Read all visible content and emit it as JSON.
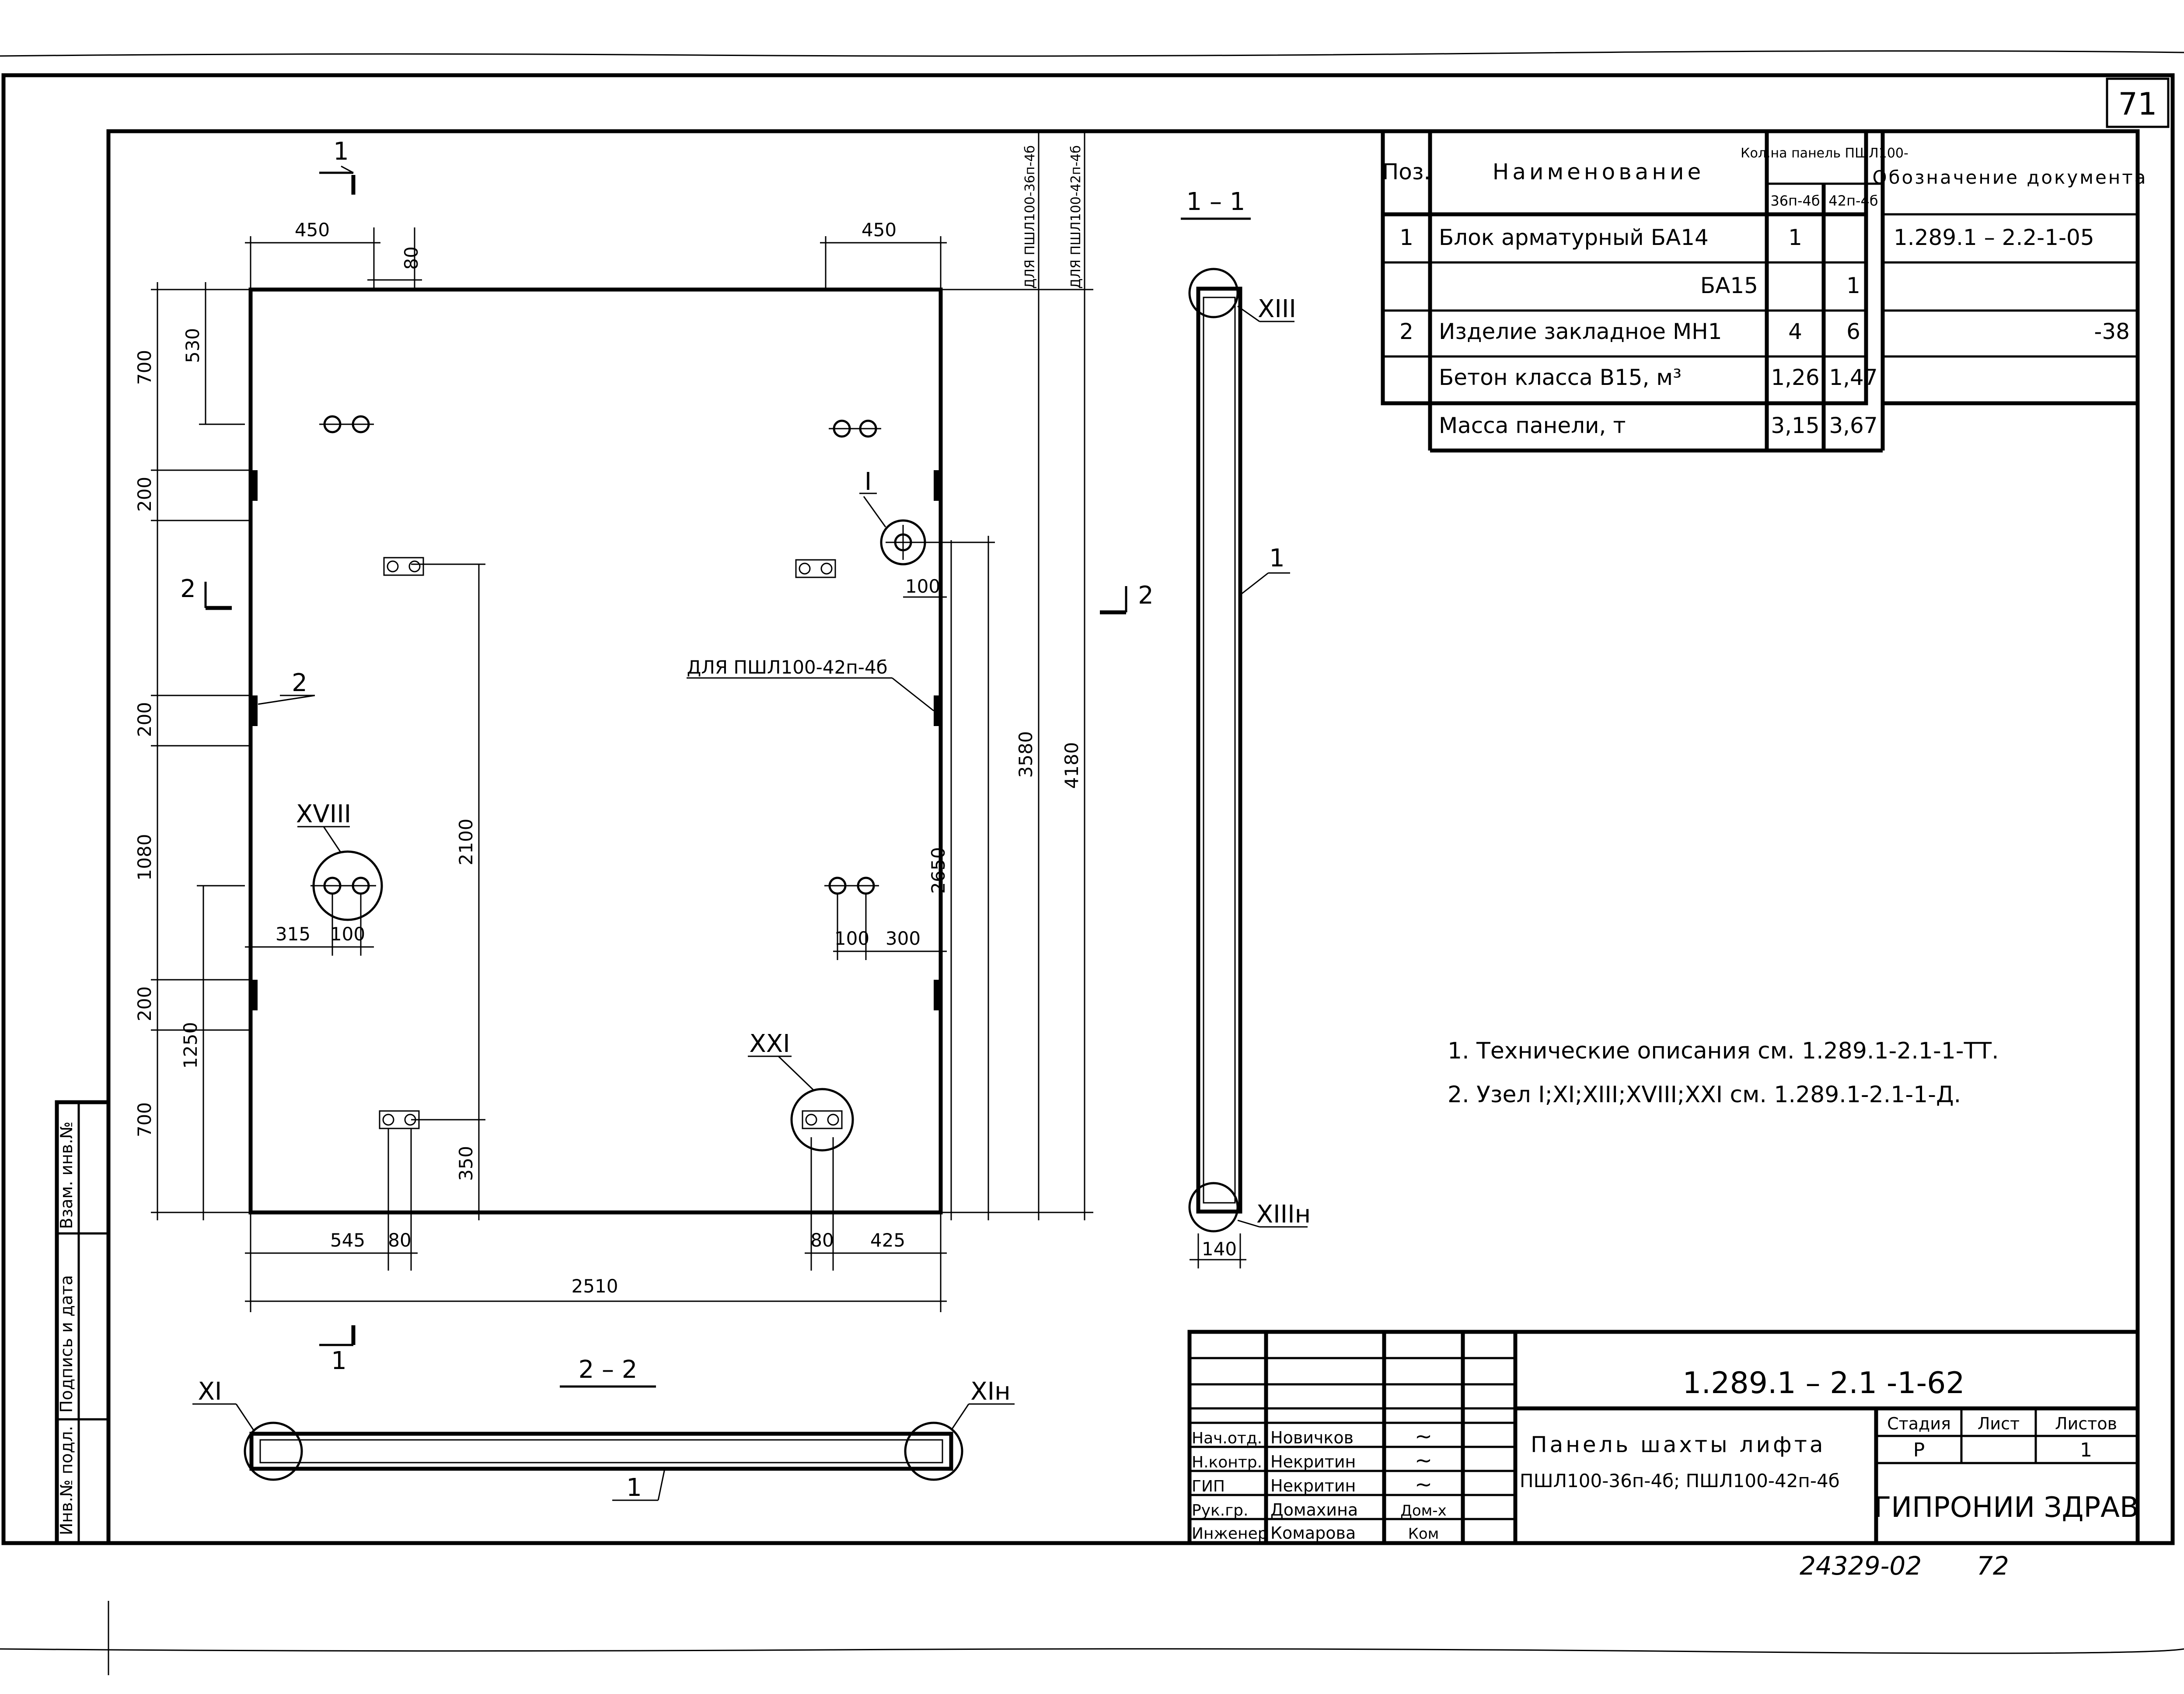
{
  "sheet_number": "71",
  "drawing": {
    "section_mark_top": "1",
    "section_mark_bottom": "1",
    "section_mark_left": "2",
    "section_mark_right": "2",
    "dims_top": {
      "d450_left": "450",
      "d80": "80",
      "d450_right": "450"
    },
    "dims_left": {
      "d700_top": "700",
      "d530": "530",
      "d200_a": "200",
      "d200_b": "200",
      "d1080": "1080",
      "d200_c": "200",
      "d1250": "1250",
      "d700_bottom": "700"
    },
    "dims_inner": {
      "d2100": "2100",
      "d350": "350",
      "d315": "315",
      "d100_left": "100",
      "d100_right": "100",
      "d300": "300",
      "d100_node": "100",
      "d2650": "2650"
    },
    "dims_right": {
      "d3580": "3580",
      "d4180": "4180",
      "label_36": "ДЛЯ ПШЛ100-36п-4б",
      "label_42": "ДЛЯ ПШЛ100-42п-4б"
    },
    "dims_bottom": {
      "d545": "545",
      "d80_left": "80",
      "d80_right": "80",
      "d425": "425",
      "d2510": "2510"
    },
    "callouts": {
      "node_I": "I",
      "node_XVIII": "XVIII",
      "node_XXI": "XXI",
      "pos2": "2",
      "note_42": "ДЛЯ ПШЛ100-42п-4б"
    }
  },
  "section_1_1": {
    "title": "1 – 1",
    "node_top": "XIII",
    "node_bottom": "XIIIн",
    "pos": "1",
    "width": "140"
  },
  "section_2_2": {
    "title": "2 – 2",
    "node_left": "XI",
    "node_right": "XIн",
    "pos": "1"
  },
  "spec_table": {
    "headers": {
      "pos": "Поз.",
      "name": "Наименование",
      "qty": "Кол.на панель ПШЛ100-",
      "qty_a": "36п-4б",
      "qty_b": "42п-4б",
      "doc": "Обозначение документа"
    },
    "rows": [
      {
        "pos": "1",
        "name": "Блок арматурный БА14",
        "a": "1",
        "b": "",
        "doc": "1.289.1 – 2.2-1-05"
      },
      {
        "pos": "",
        "name": "БА15",
        "a": "",
        "b": "1",
        "doc": ""
      },
      {
        "pos": "2",
        "name": "Изделие закладное МН1",
        "a": "4",
        "b": "6",
        "doc": "-38"
      },
      {
        "pos": "",
        "name": "Бетон класса В15, м³",
        "a": "1,26",
        "b": "1,47",
        "doc": ""
      },
      {
        "pos": "",
        "name": "Масса панели, т",
        "a": "3,15",
        "b": "3,67",
        "doc": ""
      }
    ]
  },
  "notes": [
    "1. Технические описания см. 1.289.1-2.1-1-ТТ.",
    "2. Узел I;XI;XIII;XVIII;XXI см. 1.289.1-2.1-1-Д."
  ],
  "side_stamp": [
    "Инв.№ подл.",
    "Подпись и дата",
    "Взам. инв.№"
  ],
  "title_block": {
    "code": "1.289.1 – 2.1 -1-62",
    "title_line1": "Панель шахты лифта",
    "title_line2": "ПШЛ100-36п-4б; ПШЛ100-42п-4б",
    "stage_label": "Стадия",
    "sheet_label": "Лист",
    "sheets_label": "Листов",
    "stage": "Р",
    "sheets": "1",
    "org": "ГИПРОНИИ ЗДРАВ",
    "staff": [
      {
        "role": "Нач.отд.",
        "name": "Новичков",
        "sign": "~"
      },
      {
        "role": "Н.контр.",
        "name": "Некритин",
        "sign": "~"
      },
      {
        "role": "ГИП",
        "name": "Некритин",
        "sign": "~"
      },
      {
        "role": "Рук.гр.",
        "name": "Домахина",
        "sign": "Дом-х"
      },
      {
        "role": "Инженер",
        "name": "Комарова",
        "sign": "Ком"
      }
    ]
  },
  "footer": {
    "archive": "24329-02",
    "page": "72"
  }
}
